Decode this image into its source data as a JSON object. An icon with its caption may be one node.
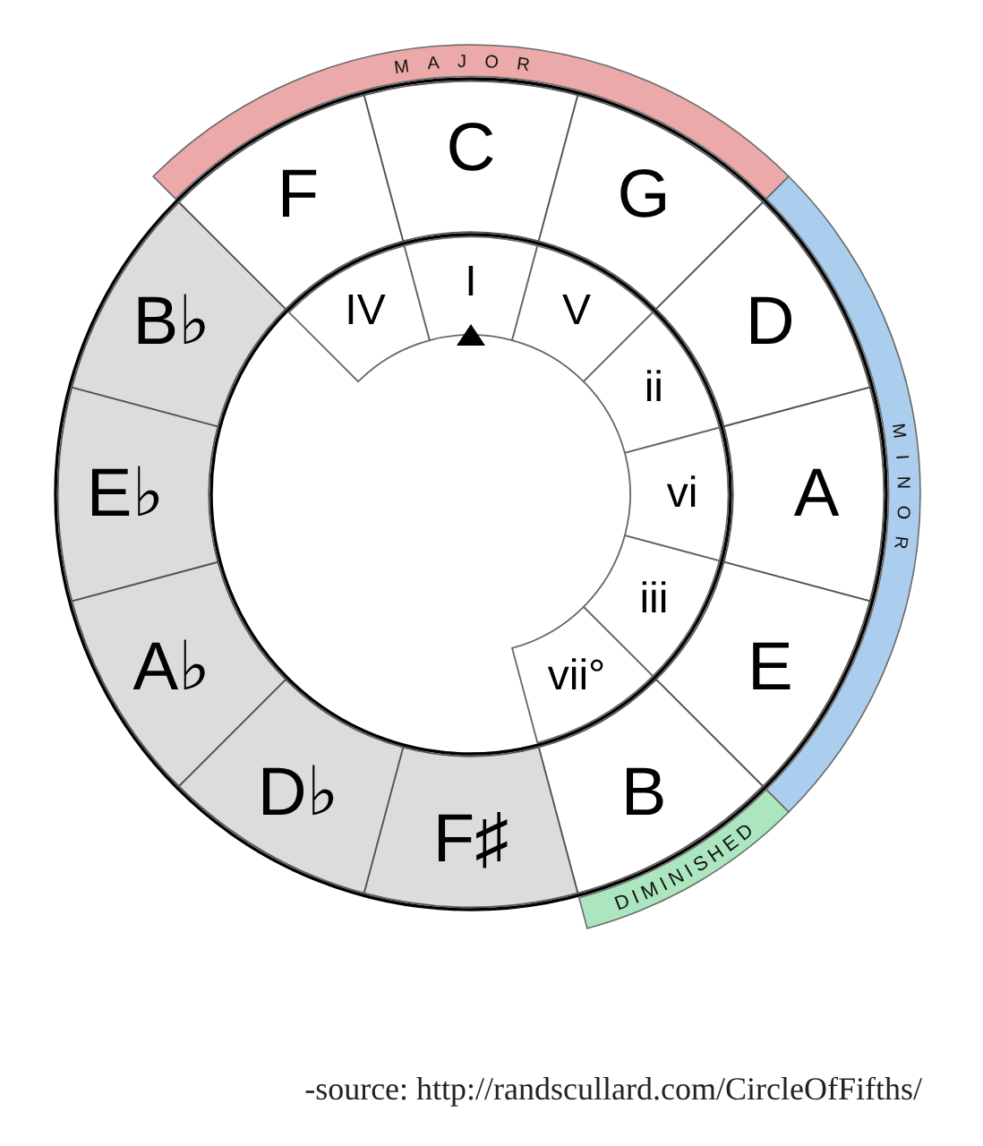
{
  "diagram": {
    "nodes": [
      {
        "text": [
          "MAJOR"
        ]
      },
      {
        "text": [
          "MINOR"
        ]
      },
      {
        "text": [
          "DIMINISHED"
        ]
      },
      {
        "text": [
          "C"
        ]
      },
      {
        "text": [
          "G"
        ]
      },
      {
        "text": [
          "D"
        ]
      },
      {
        "text": [
          "A"
        ]
      },
      {
        "text": [
          "E"
        ]
      },
      {
        "text": [
          "B"
        ]
      },
      {
        "text": [
          "F♯"
        ]
      },
      {
        "text": [
          "D♭"
        ]
      },
      {
        "text": [
          "A♭"
        ]
      },
      {
        "text": [
          "E♭"
        ]
      },
      {
        "text": [
          "B♭"
        ]
      },
      {
        "text": [
          "F"
        ]
      },
      {
        "text": [
          "IV"
        ]
      },
      {
        "text": [
          "I"
        ]
      },
      {
        "text": [
          "V"
        ]
      },
      {
        "text": [
          "ii"
        ]
      },
      {
        "text": [
          "vi"
        ]
      },
      {
        "text": [
          "iii"
        ]
      },
      {
        "text": [
          "vii°"
        ]
      }
    ],
    "labels": [
      "-source: http://randscullard.com/CircleOfFifths/"
    ]
  }
}
